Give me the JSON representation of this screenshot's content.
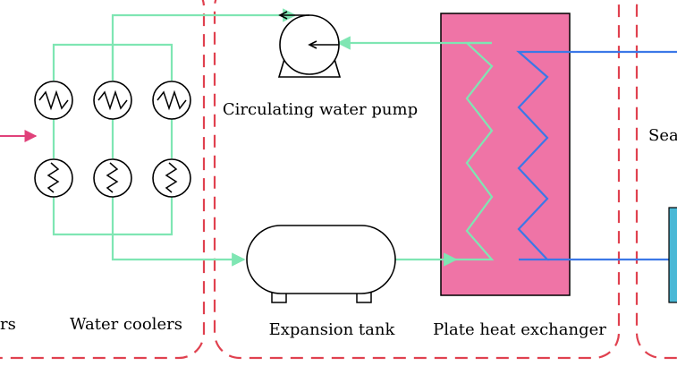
{
  "labels": {
    "water_coolers": "Water coolers",
    "coolers_partial": "rs",
    "circulating_water_pump": "Circulating water pump",
    "expansion_tank": "Expansion tank",
    "plate_heat_exchanger": "Plate heat exchanger",
    "seawater_partial": "Sea"
  },
  "colors": {
    "boundary": "#e0414f",
    "fresh_water_line": "#7fe6b3",
    "seawater_line": "#3b78e7",
    "heat_exchanger_fill": "#ef74a6",
    "inlet_arrow": "#e0417a",
    "seawater_block": "#4ab8d6"
  }
}
